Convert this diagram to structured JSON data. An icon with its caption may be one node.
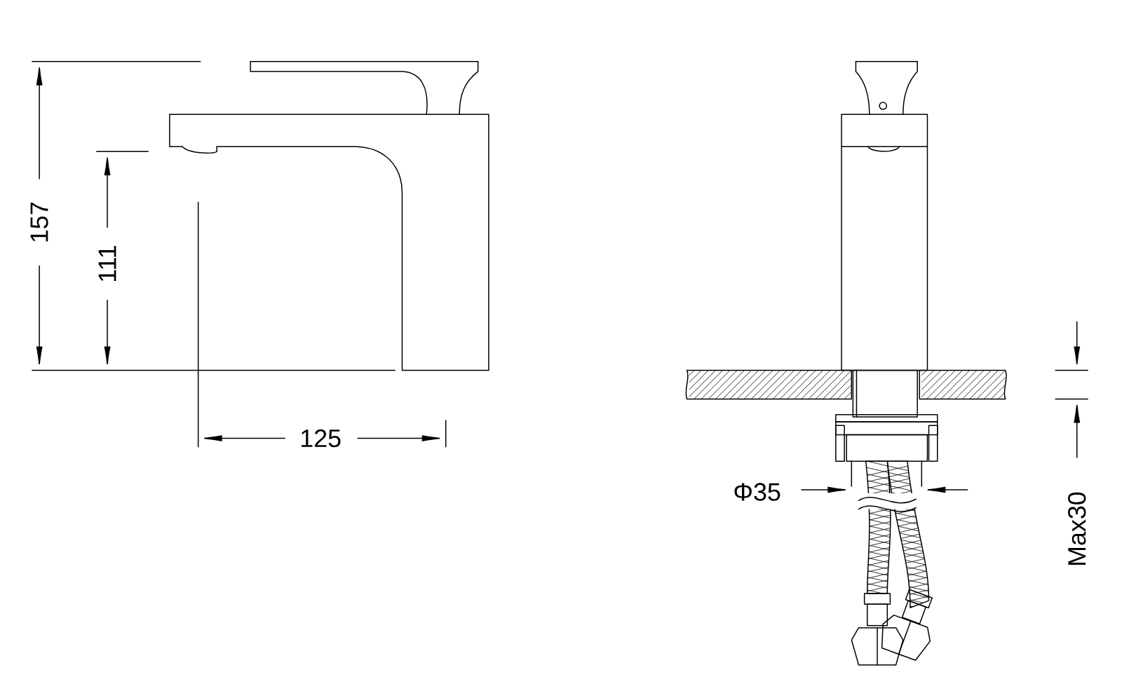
{
  "diagram": {
    "labels": [
      "157",
      "111",
      "125",
      "Φ35",
      "Max30"
    ]
  }
}
